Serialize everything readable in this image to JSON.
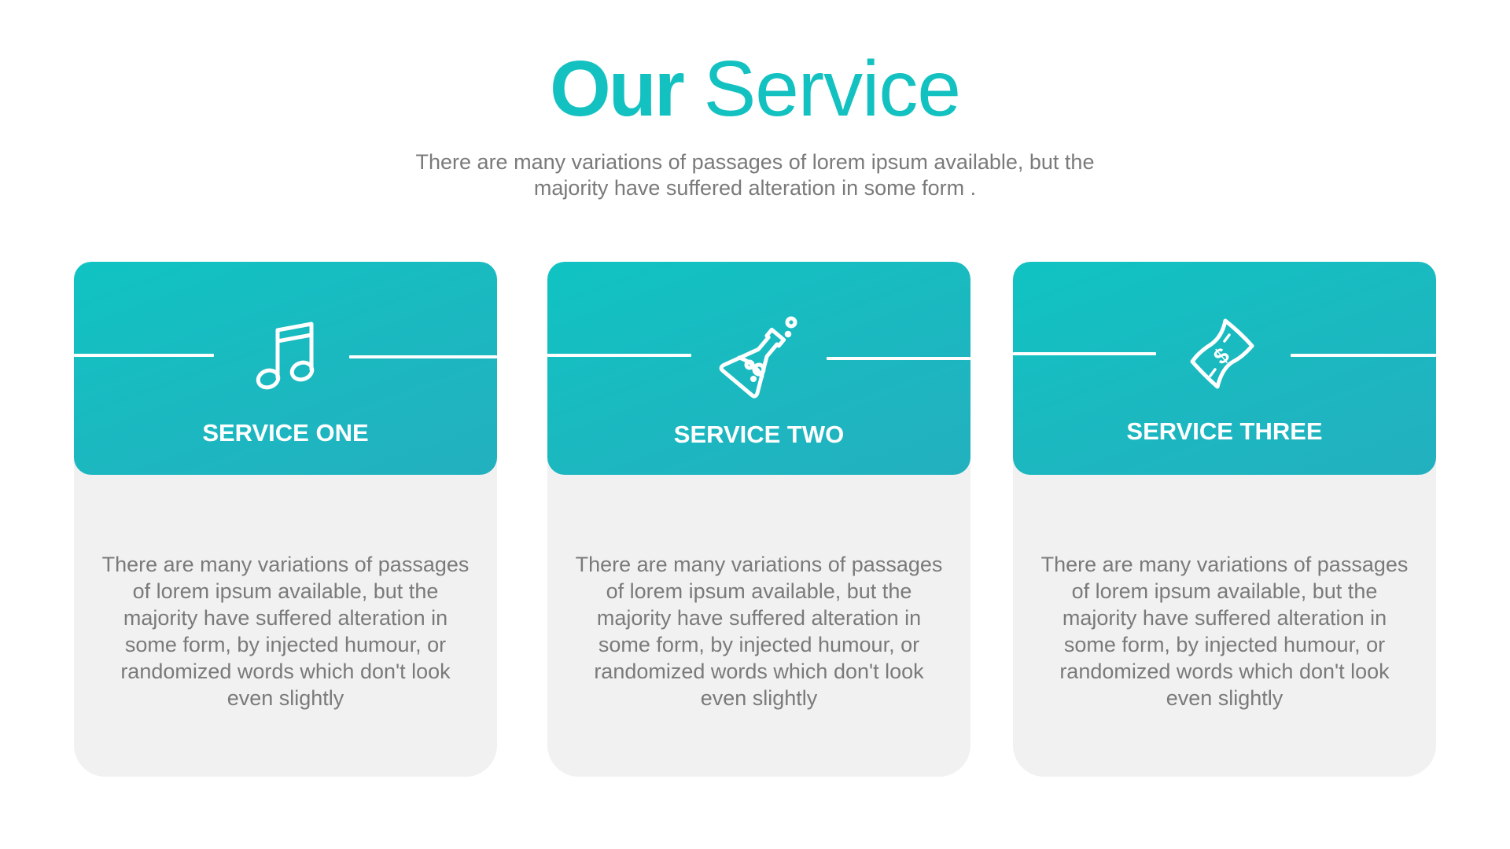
{
  "header": {
    "title_bold": "Our",
    "title_light": "Service",
    "subtitle_line1": "There are many variations of passages of lorem ipsum available, but the",
    "subtitle_line2": "majority have suffered alteration in some form ."
  },
  "colors": {
    "accent": "#14c1c1",
    "header_gradient_start": "#10c3c2",
    "header_gradient_end": "#23b0bf",
    "card_background": "#f1f1f1",
    "body_text": "#7a7a7a"
  },
  "services": [
    {
      "icon": "music-note-icon",
      "title": "SERVICE ONE",
      "body": "There are many variations of passages of lorem ipsum available, but the majority have suffered alteration in some form, by injected humour, or randomized words which don't look even slightly"
    },
    {
      "icon": "flask-icon",
      "title": "SERVICE TWO",
      "body": "There are many variations of passages of lorem ipsum available, but the majority have suffered alteration in some form, by injected humour, or randomized words which don't look even slightly"
    },
    {
      "icon": "money-bill-icon",
      "title": "SERVICE THREE",
      "body": "There are many variations of passages of lorem ipsum available, but the majority have suffered alteration in some form, by injected humour, or randomized words which don't look even slightly"
    }
  ]
}
